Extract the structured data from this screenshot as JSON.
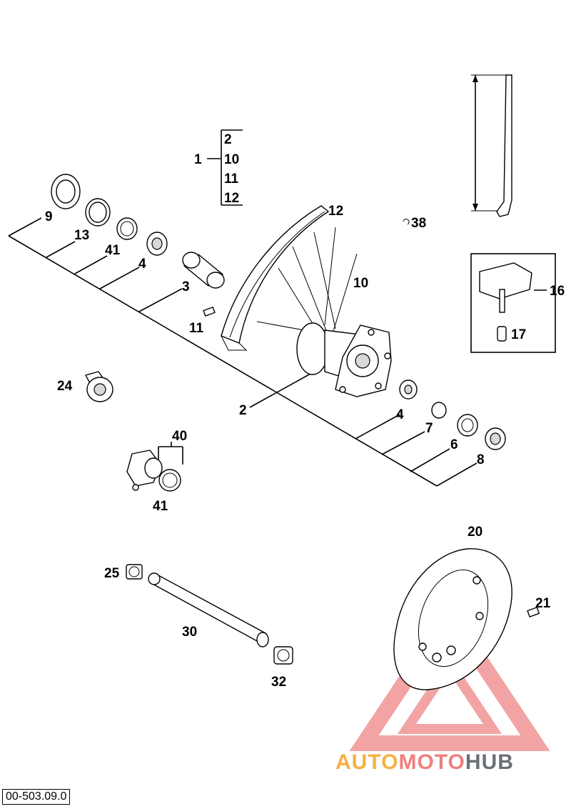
{
  "doc_id": "00-503.09.0",
  "watermark": {
    "part1": "AUTO",
    "part2": "MOTO",
    "part3": "HUB"
  },
  "group": {
    "label": "1",
    "items": [
      "2",
      "10",
      "11",
      "12"
    ]
  },
  "labels": {
    "l9": "9",
    "l13": "13",
    "l41a": "41",
    "l4a": "4",
    "l3": "3",
    "l11": "11",
    "l2": "2",
    "l12": "12",
    "l10": "10",
    "l38": "38",
    "l16": "16",
    "l17": "17",
    "l24": "24",
    "l4b": "4",
    "l7": "7",
    "l6": "6",
    "l8": "8",
    "l40": "40",
    "l41b": "41",
    "l20": "20",
    "l21": "21",
    "l25": "25",
    "l30": "30",
    "l32": "32"
  },
  "colors": {
    "line": "#000000",
    "watermark_red": "#e85a5a",
    "watermark_orange": "#f6b042",
    "watermark_grey": "#6b6f77"
  }
}
